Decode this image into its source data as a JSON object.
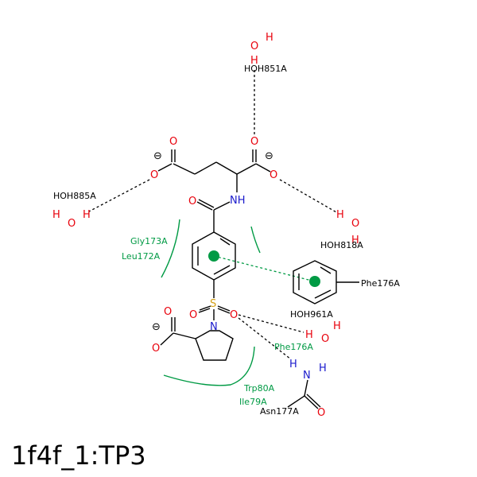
{
  "title": "1f4f_1:TP3",
  "waters": {
    "w851": "HOH851A",
    "w885": "HOH885A",
    "w818": "HOH818A",
    "w961": "HOH961A"
  },
  "residues": {
    "gly173": "Gly173A",
    "leu172": "Leu172A",
    "phe176_ring": "Phe176A",
    "phe176_hyd": "Phe176A",
    "trp80": "Trp80A",
    "ile79": "Ile79A",
    "asn177": "Asn177A"
  },
  "atoms": {
    "O": "O",
    "H": "H",
    "N": "N",
    "NH": "NH",
    "S": "S",
    "minus": "⊖"
  },
  "colors": {
    "hydrophobic": "#009a44",
    "oxygen": "#e8000b",
    "nitrogen": "#1a1acc",
    "sulfur": "#d4a017"
  }
}
